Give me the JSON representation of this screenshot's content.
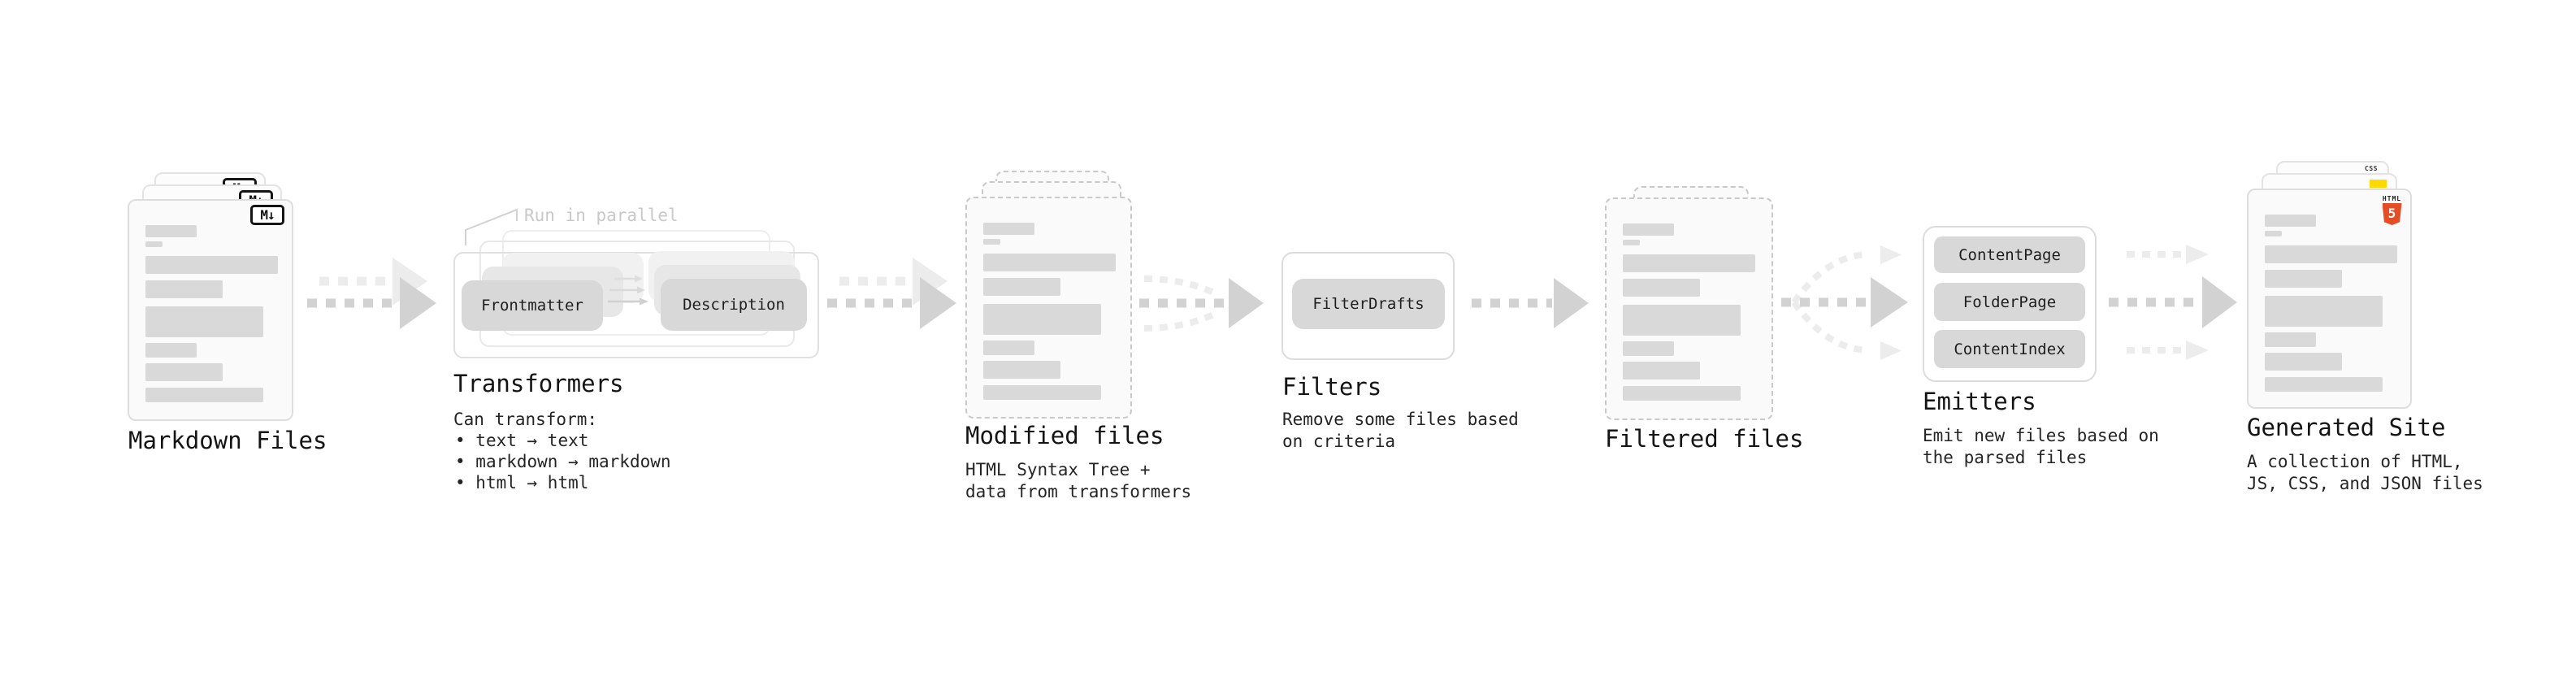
{
  "diagram": {
    "stages": {
      "markdown": {
        "title": "Markdown Files",
        "badge": "M↓"
      },
      "transformers": {
        "title": "Transformers",
        "note": "Run in parallel",
        "pills": [
          "Frontmatter",
          "Description"
        ],
        "desc_heading": "Can transform:",
        "bullets": [
          "text → text",
          "markdown → markdown",
          "html → html"
        ]
      },
      "modified": {
        "title": "Modified files",
        "desc": [
          "HTML Syntax Tree +",
          "data from transformers"
        ]
      },
      "filters": {
        "title": "Filters",
        "pills": [
          "FilterDrafts"
        ],
        "desc": [
          "Remove some files based",
          "on criteria"
        ]
      },
      "filtered": {
        "title": "Filtered files"
      },
      "emitters": {
        "title": "Emitters",
        "pills": [
          "ContentPage",
          "FolderPage",
          "ContentIndex"
        ],
        "desc": [
          "Emit new files based on",
          "the parsed files"
        ]
      },
      "generated": {
        "title": "Generated Site",
        "desc": [
          "A collection of HTML,",
          "JS, CSS, and JSON files"
        ],
        "icons": {
          "html_label": "HTML",
          "html_numeral": "5",
          "css_label": "CSS"
        }
      }
    },
    "colors": {
      "html5_orange": "#e44d26",
      "js_yellow": "#ffd900",
      "css_blue": "#2f6fe4",
      "bar_gray": "#d9d9d9",
      "node_gray": "#d8d8d8",
      "arrow_dark": "#d2d2d2",
      "arrow_light": "#ececec"
    }
  }
}
